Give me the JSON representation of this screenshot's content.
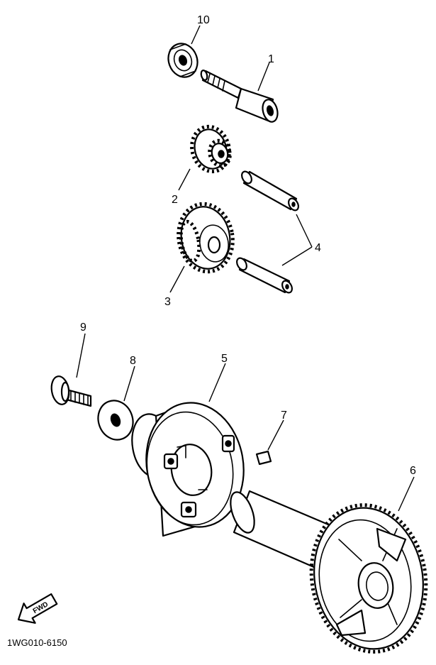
{
  "callouts": [
    {
      "id": "1",
      "text": "1"
    },
    {
      "id": "2",
      "text": "2"
    },
    {
      "id": "3",
      "text": "3"
    },
    {
      "id": "4",
      "text": "4"
    },
    {
      "id": "5",
      "text": "5"
    },
    {
      "id": "6",
      "text": "6"
    },
    {
      "id": "7",
      "text": "7"
    },
    {
      "id": "8",
      "text": "8"
    },
    {
      "id": "9",
      "text": "9"
    },
    {
      "id": "10",
      "text": "10"
    }
  ],
  "fwd_label": "FWD",
  "diagram_code": "1WG010-6150"
}
